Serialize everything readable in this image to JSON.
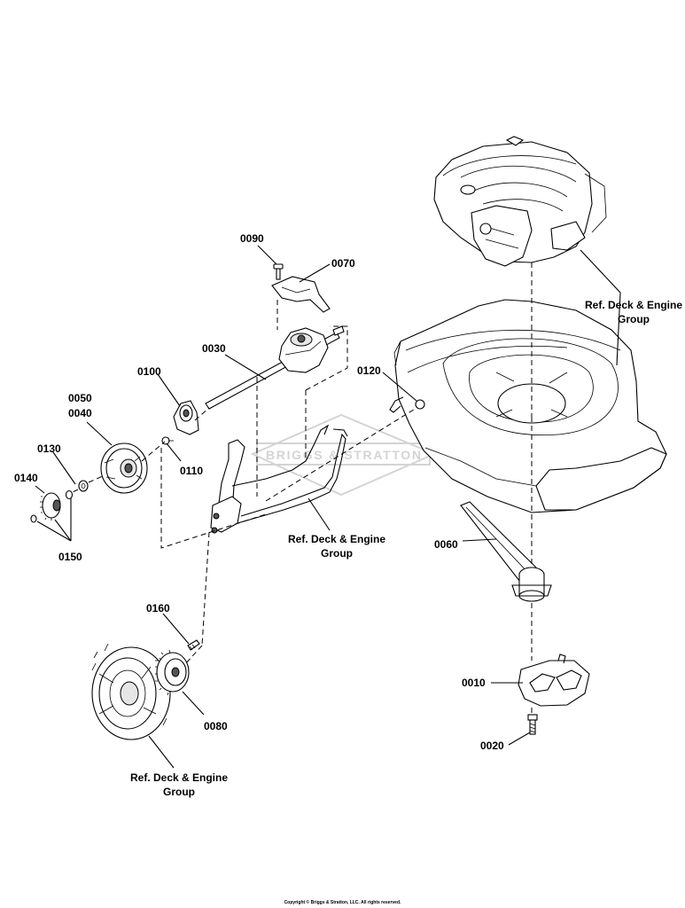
{
  "labels": {
    "p0090": "0090",
    "p0070": "0070",
    "p0030": "0030",
    "p0100": "0100",
    "p0120": "0120",
    "p0050": "0050",
    "p0040": "0040",
    "p0130": "0130",
    "p0110": "0110",
    "p0140": "0140",
    "p0150": "0150",
    "p0060": "0060",
    "p0160": "0160",
    "p0080": "0080",
    "p0010": "0010",
    "p0020": "0020"
  },
  "references": {
    "engine_line1": "Ref. Deck & Engine",
    "engine_line2": "Group",
    "handle_line1": "Ref. Deck & Engine",
    "handle_line2": "Group",
    "wheel_line1": "Ref. Deck & Engine",
    "wheel_line2": "Group"
  },
  "watermark": "BRIGGS & STRATTON",
  "copyright": "Copyright © Briggs & Stratton, LLC. All rights reserved."
}
